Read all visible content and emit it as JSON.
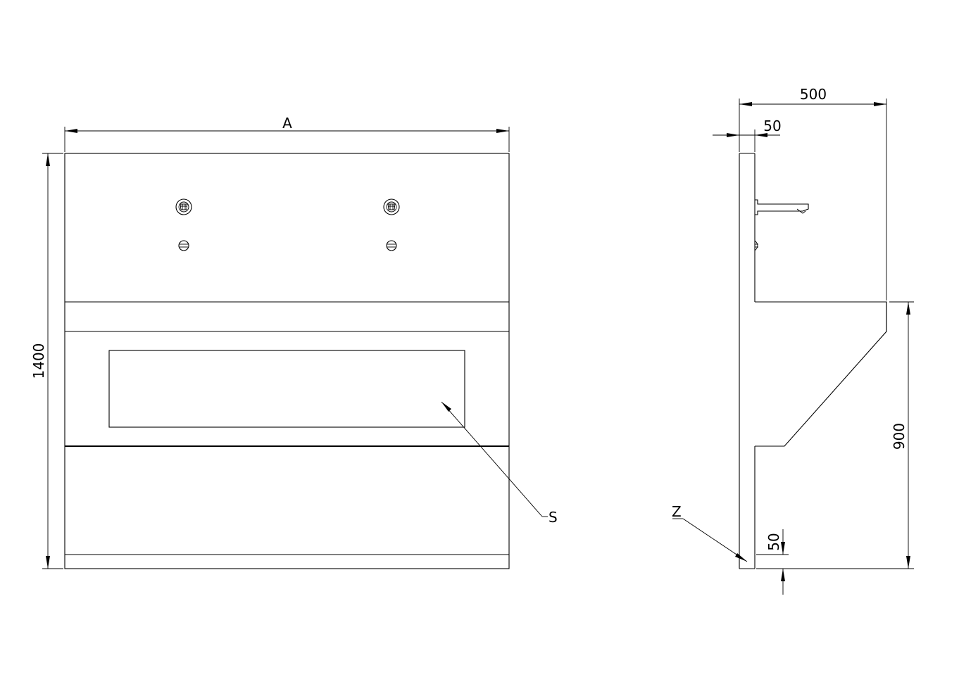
{
  "front_view": {
    "width_label": "A",
    "height_label": "1400",
    "reference_label": "S"
  },
  "side_view": {
    "depth_label": "500",
    "wall_thickness_label": "50",
    "basin_height_label": "900",
    "plinth_height_label": "50",
    "reference_label": "Z"
  }
}
